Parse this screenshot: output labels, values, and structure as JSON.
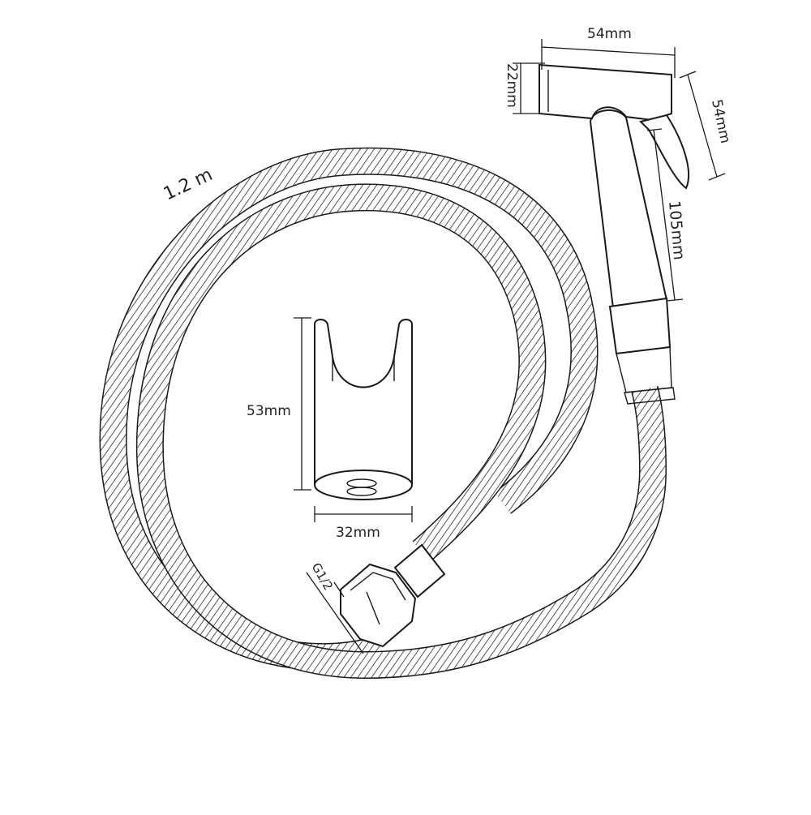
{
  "labels": {
    "hose_length": "1.2 m",
    "head_width": "54mm",
    "head_height": "22mm",
    "trigger_depth": "54mm",
    "handle_length": "105mm",
    "holder_height": "53mm",
    "holder_width": "32mm",
    "thread": "G1/2"
  },
  "colors": {
    "line": "#1a1a1a",
    "background": "#ffffff"
  }
}
